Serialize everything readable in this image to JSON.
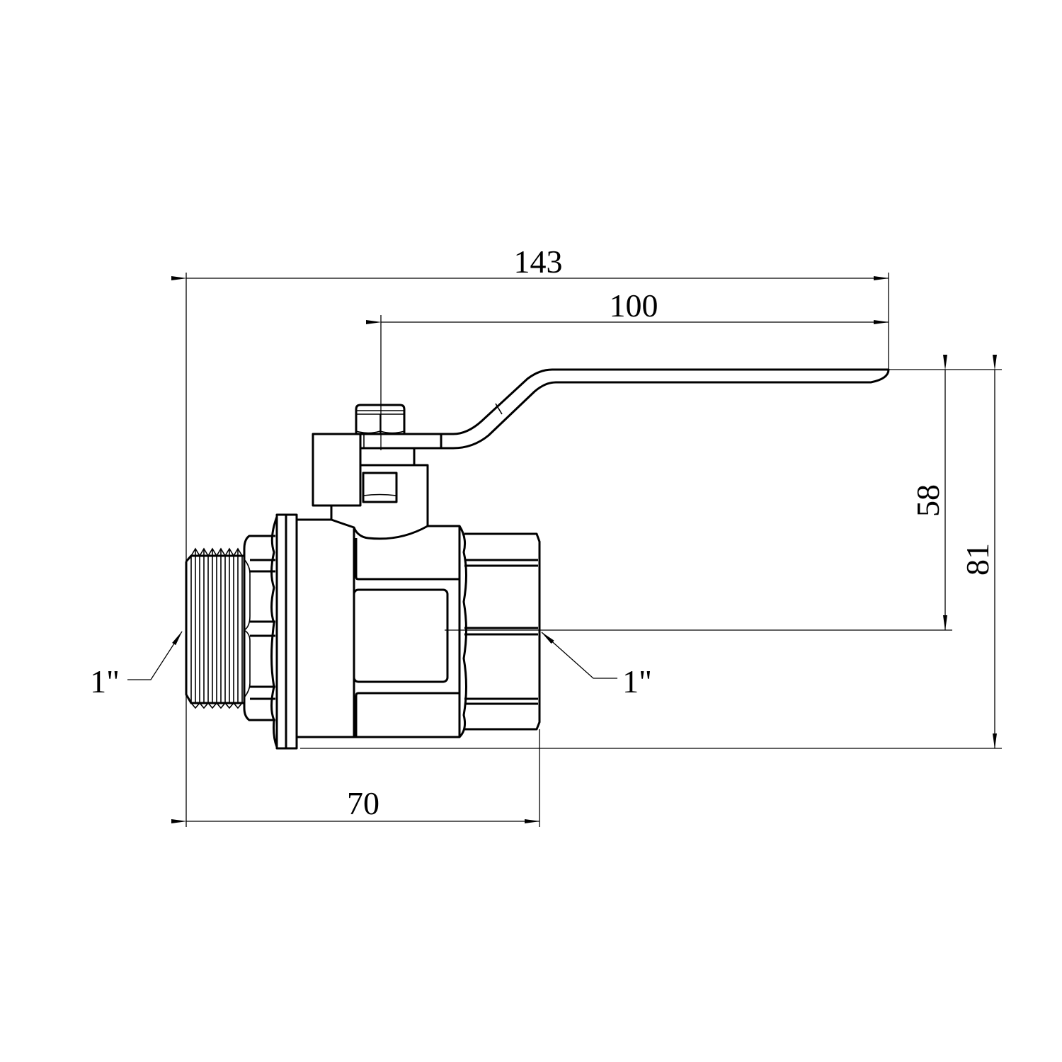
{
  "drawing": {
    "subject": "ball-valve",
    "dimensions": {
      "overall_length": "143",
      "handle_length": "100",
      "axis_to_handle": "58",
      "overall_height": "81",
      "body_length": "70"
    },
    "threads": {
      "left": "1\"",
      "right": "1\""
    },
    "line_color": "#000000",
    "background": "#ffffff"
  }
}
